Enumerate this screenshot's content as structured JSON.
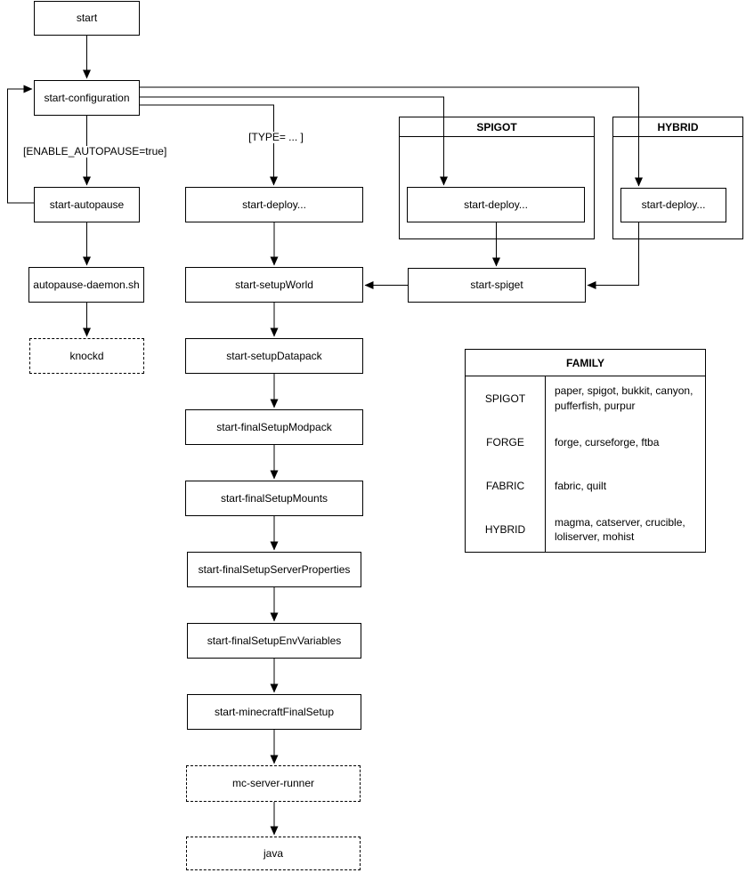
{
  "diagram": {
    "nodes": {
      "start": "start",
      "start_configuration": "start-configuration",
      "start_autopause": "start-autopause",
      "autopause_daemon": "autopause-daemon.sh",
      "knockd": "knockd",
      "start_deploy_main": "start-deploy...",
      "start_setup_world": "start-setupWorld",
      "start_setup_datapack": "start-setupDatapack",
      "start_final_setup_modpack": "start-finalSetupModpack",
      "start_final_setup_mounts": "start-finalSetupMounts",
      "start_final_setup_server_properties": "start-finalSetupServerProperties",
      "start_final_setup_env_variables": "start-finalSetupEnvVariables",
      "start_minecraft_final_setup": "start-minecraftFinalSetup",
      "mc_server_runner": "mc-server-runner",
      "java": "java",
      "start_deploy_spigot": "start-deploy...",
      "start_deploy_hybrid": "start-deploy...",
      "start_spiget": "start-spiget"
    },
    "groups": {
      "spigot_title": "SPIGOT",
      "hybrid_title": "HYBRID"
    },
    "edge_labels": {
      "enable_autopause": "[ENABLE_AUTOPAUSE=true]",
      "type": "[TYPE= ... ]"
    },
    "table": {
      "title": "FAMILY",
      "rows": [
        {
          "family": "SPIGOT",
          "types": "paper, spigot, bukkit, canyon, pufferfish, purpur"
        },
        {
          "family": "FORGE",
          "types": "forge, curseforge, ftba"
        },
        {
          "family": "FABRIC",
          "types": "fabric, quilt"
        },
        {
          "family": "HYBRID",
          "types": "magma, catserver, crucible, loliserver, mohist"
        }
      ]
    },
    "colors": {
      "stroke": "#000000",
      "fill": "#ffffff"
    }
  }
}
